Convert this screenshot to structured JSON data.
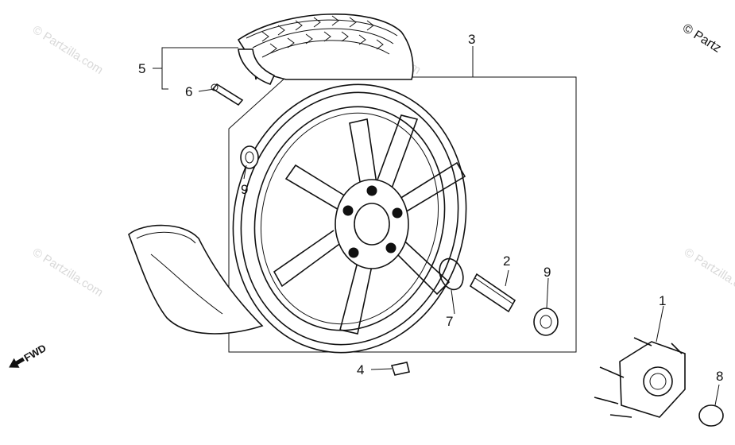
{
  "watermark": {
    "corner_text": "© Partz",
    "tile_text": "© Partzilla.com"
  },
  "direction_label": "FWD",
  "callouts": {
    "c1": "1",
    "c2": "2",
    "c3": "3",
    "c4": "4",
    "c5": "5",
    "c6": "6",
    "c7": "7",
    "c8": "8",
    "c9a": "9",
    "c9b": "9"
  },
  "colors": {
    "ink": "#111111",
    "watermark": "#d9d9d9",
    "background": "#ffffff"
  }
}
